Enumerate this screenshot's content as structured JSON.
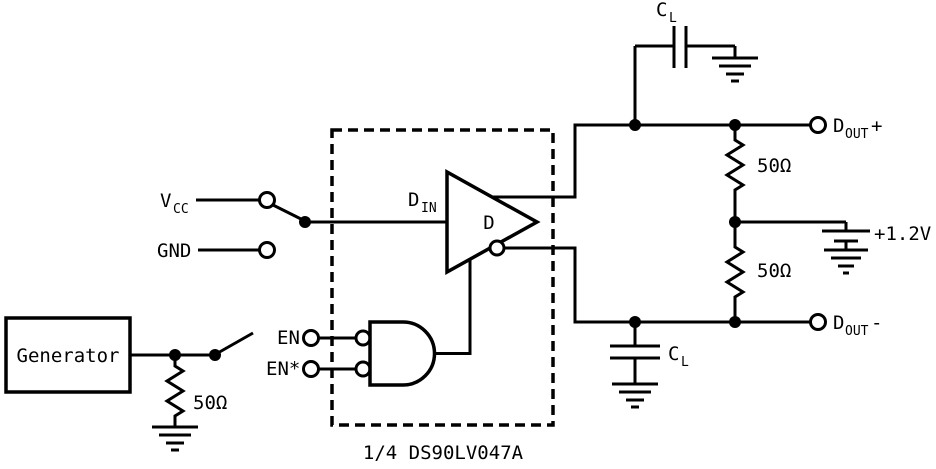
{
  "schematic": {
    "generator": "Generator",
    "vcc": {
      "base": "V",
      "sub": "CC"
    },
    "gnd": "GND",
    "en": "EN",
    "en_star": "EN*",
    "din": {
      "base": "D",
      "sub": "IN"
    },
    "driver": "D",
    "device": "1/4 DS90LV047A",
    "r_source": "50Ω",
    "r_load_top": "50Ω",
    "r_load_bottom": "50Ω",
    "c_load_top": {
      "base": "C",
      "sub": "L"
    },
    "c_load_bottom": {
      "base": "C",
      "sub": "L"
    },
    "dout_plus": {
      "base": "D",
      "sub": "OUT",
      "polarity": "+"
    },
    "dout_minus": {
      "base": "D",
      "sub": "OUT",
      "polarity": "-"
    },
    "bias_supply": "+1.2V"
  },
  "colors": {
    "ink": "#000000",
    "background": "#ffffff"
  }
}
